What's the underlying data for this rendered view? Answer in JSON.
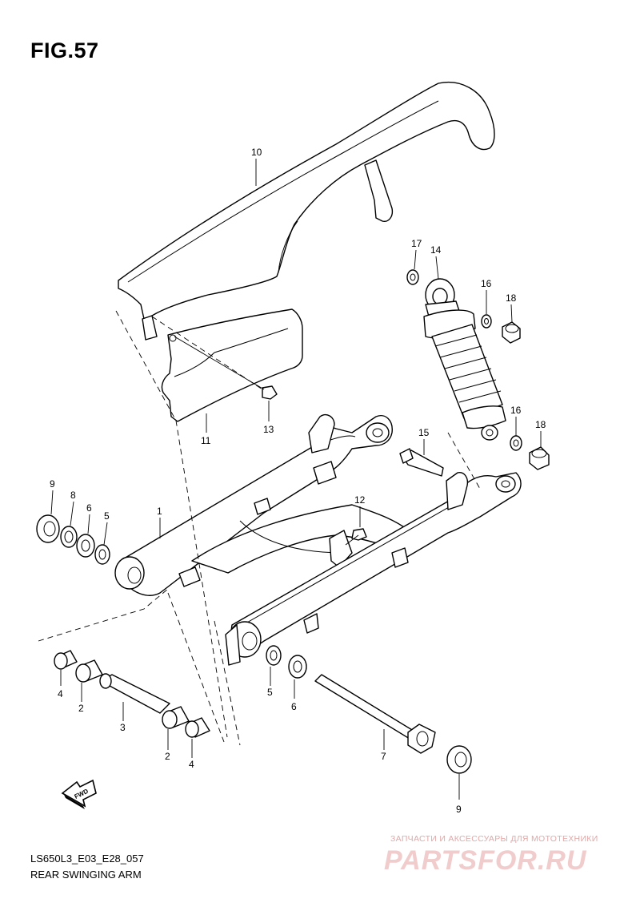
{
  "figure": {
    "title": "FIG.57",
    "code": "LS650L3_E03_E28_057",
    "caption": "REAR SWINGING ARM"
  },
  "fwd_arrow": {
    "label": "FWD"
  },
  "watermark": {
    "subtitle": "ЗАПЧАСТИ И АКСЕССУАРЫ ДЛЯ МОТОТЕХНИКИ",
    "logo": "PARTSFOR.RU"
  },
  "callouts": [
    {
      "id": "c10",
      "label": "10"
    },
    {
      "id": "c17",
      "label": "17"
    },
    {
      "id": "c14",
      "label": "14"
    },
    {
      "id": "c16a",
      "label": "16"
    },
    {
      "id": "c18a",
      "label": "18"
    },
    {
      "id": "c13",
      "label": "13"
    },
    {
      "id": "c11",
      "label": "11"
    },
    {
      "id": "c16b",
      "label": "16"
    },
    {
      "id": "c18b",
      "label": "18"
    },
    {
      "id": "c15",
      "label": "15"
    },
    {
      "id": "c9a",
      "label": "9"
    },
    {
      "id": "c8",
      "label": "8"
    },
    {
      "id": "c6a",
      "label": "6"
    },
    {
      "id": "c5a",
      "label": "5"
    },
    {
      "id": "c1",
      "label": "1"
    },
    {
      "id": "c12",
      "label": "12"
    },
    {
      "id": "c4a",
      "label": "4"
    },
    {
      "id": "c2a",
      "label": "2"
    },
    {
      "id": "c3",
      "label": "3"
    },
    {
      "id": "c2b",
      "label": "2"
    },
    {
      "id": "c4b",
      "label": "4"
    },
    {
      "id": "c5b",
      "label": "5"
    },
    {
      "id": "c6b",
      "label": "6"
    },
    {
      "id": "c7",
      "label": "7"
    },
    {
      "id": "c9b",
      "label": "9"
    }
  ]
}
